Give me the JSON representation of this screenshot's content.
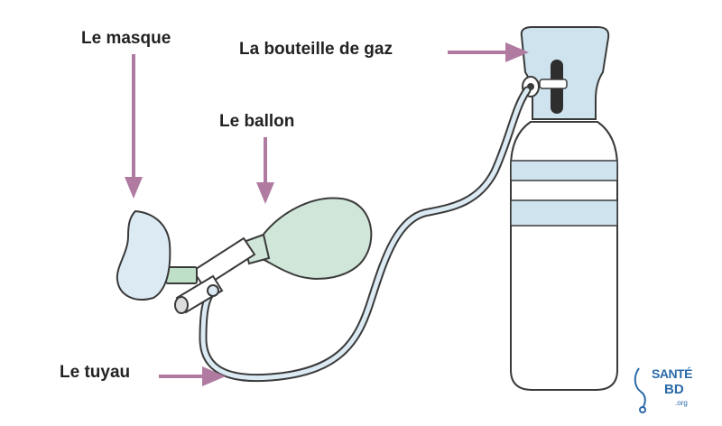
{
  "labels": {
    "mask": "Le masque",
    "bag": "Le ballon",
    "bottle": "La bouteille de gaz",
    "tube": "Le tuyau"
  },
  "logo": {
    "line1": "SANTÉ",
    "line2": "BD",
    "line3": ".org"
  },
  "colors": {
    "arrow": "#b07aa1",
    "outline": "#3a3a3a",
    "mask_fill": "#dbeaf3",
    "bag_fill": "#cfe6d8",
    "tube_fill": "#dbeaf3",
    "bottle_band": "#cfe3ef",
    "logo_blue": "#2b6aa8"
  }
}
